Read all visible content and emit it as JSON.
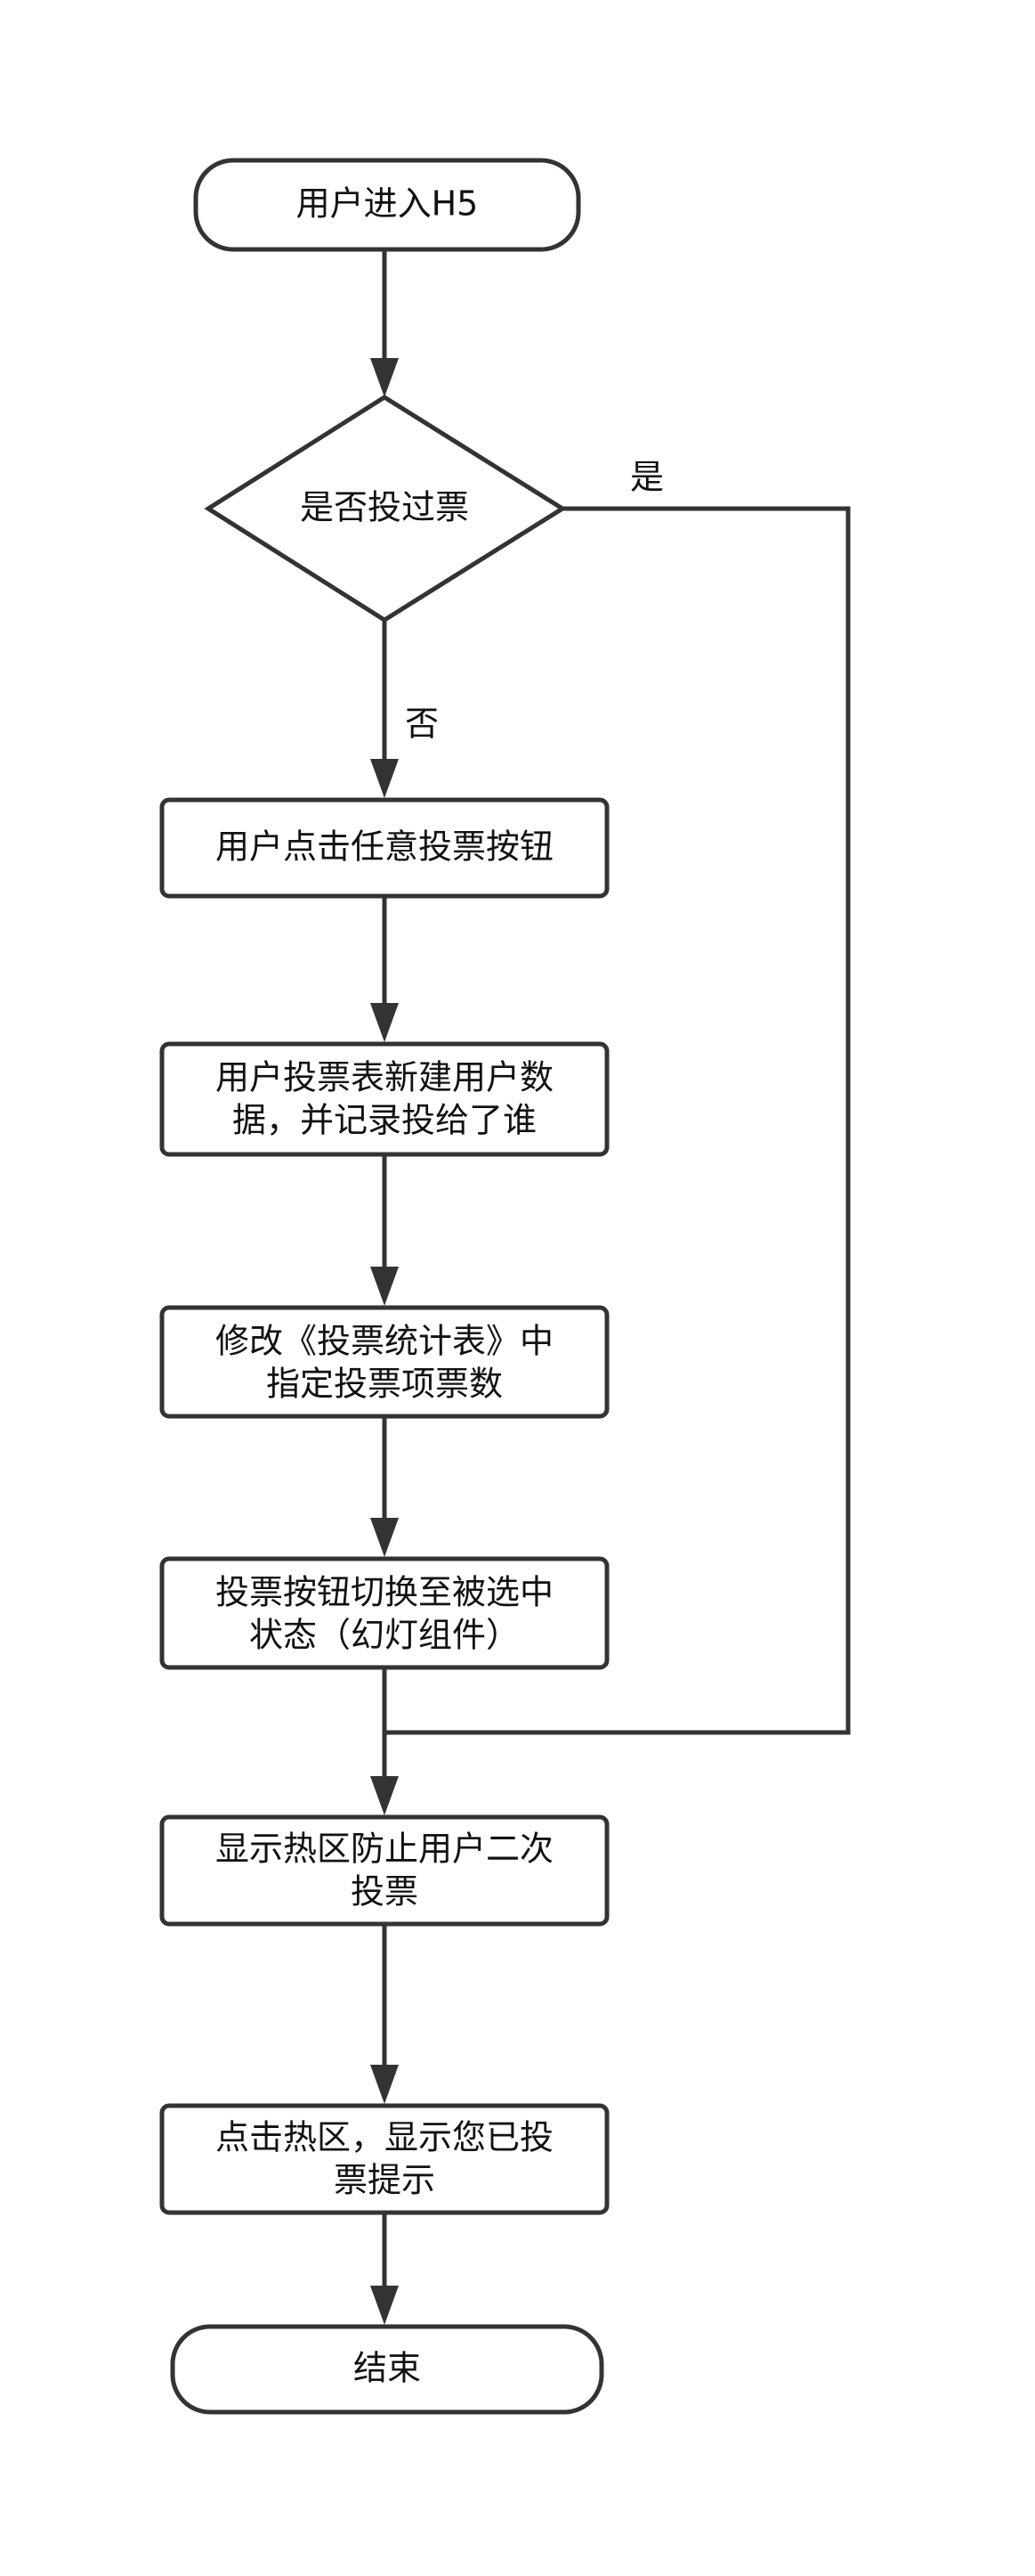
{
  "diagram": {
    "nodes": {
      "start": {
        "lines": [
          "用户进入H5"
        ]
      },
      "decision": {
        "lines": [
          "是否投过票"
        ]
      },
      "step1": {
        "lines": [
          "用户点击任意投票按钮"
        ]
      },
      "step2": {
        "lines": [
          "用户投票表新建用户数",
          "据，并记录投给了谁"
        ]
      },
      "step3": {
        "lines": [
          "修改《投票统计表》中",
          "指定投票项票数"
        ]
      },
      "step4": {
        "lines": [
          "投票按钮切换至被选中",
          "状态（幻灯组件）"
        ]
      },
      "step5": {
        "lines": [
          "显示热区防止用户二次",
          "投票"
        ]
      },
      "step6": {
        "lines": [
          "点击热区，显示您已投",
          "票提示"
        ]
      },
      "end": {
        "lines": [
          "结束"
        ]
      }
    },
    "edge_labels": {
      "yes": "是",
      "no": "否"
    },
    "colors": {
      "stroke": "#333333",
      "fill": "#ffffff",
      "text": "#111111"
    }
  }
}
